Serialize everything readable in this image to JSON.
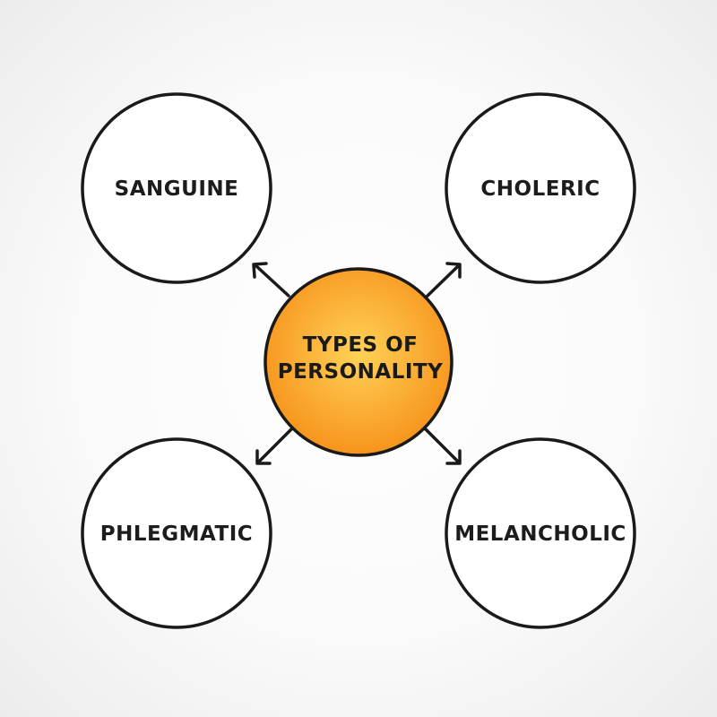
{
  "center": {
    "line1": "TYPES OF",
    "line2": "PERSONALITY",
    "fill_light": "#FFD257",
    "fill_dark": "#F7941D"
  },
  "nodes": {
    "top_left": "SANGUINE",
    "top_right": "CHOLERIC",
    "bottom_left": "PHLEGMATIC",
    "bottom_right": "MELANCHOLIC"
  },
  "stroke_color": "#1a1a1a"
}
